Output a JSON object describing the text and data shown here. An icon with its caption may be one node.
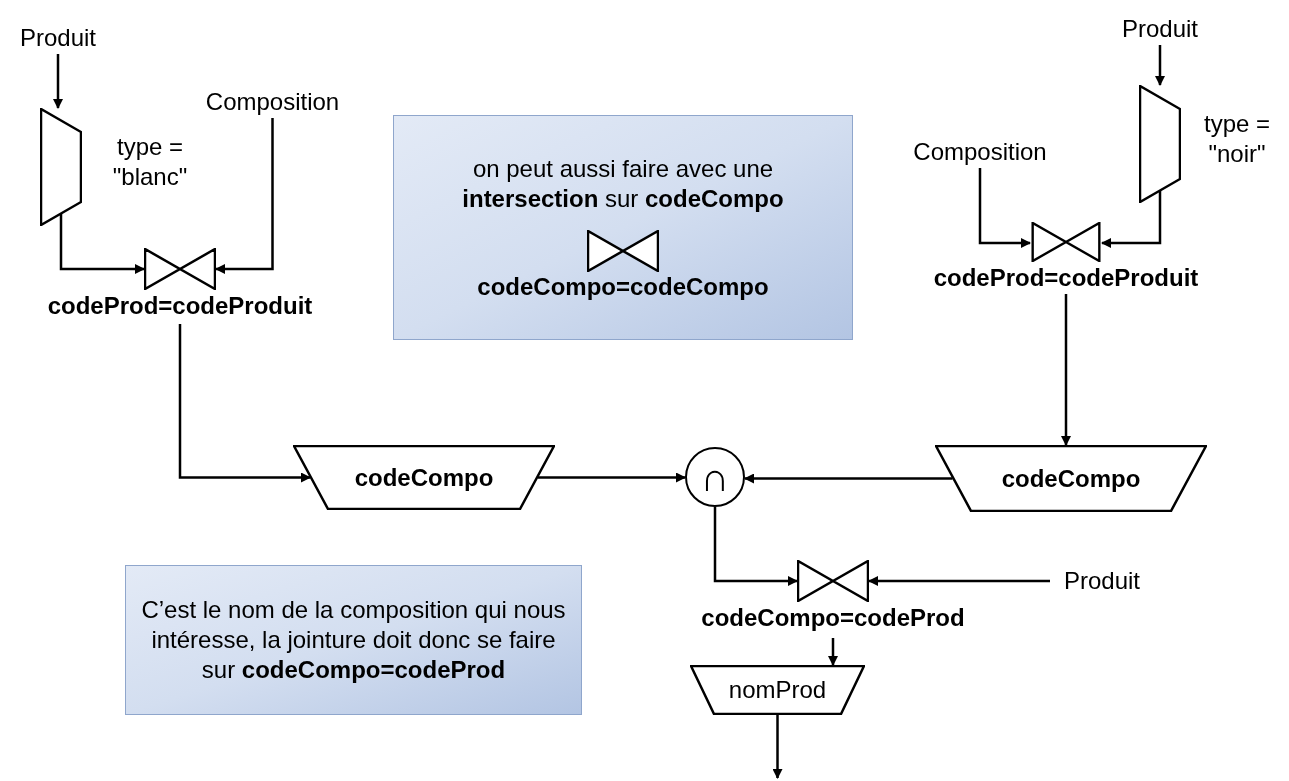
{
  "diagram": {
    "nodes": [
      {
        "text": [
          "Produit"
        ]
      },
      {
        "text": [
          "type = \"blanc\""
        ]
      },
      {
        "text": [
          "Composition"
        ]
      },
      {
        "text": [
          "codeProd=codeProduit"
        ]
      },
      {
        "text": [
          "on peut aussi faire avec une **intersection** sur **codeCompo**",
          "codeCompo=codeCompo"
        ]
      },
      {
        "text": [
          "Produit"
        ]
      },
      {
        "text": [
          "Composition"
        ]
      },
      {
        "text": [
          "type = \"noir\""
        ]
      },
      {
        "text": [
          "codeProd=codeProduit"
        ]
      },
      {
        "text": [
          "codeCompo"
        ]
      },
      {
        "text": [
          "∩"
        ]
      },
      {
        "text": [
          "codeCompo"
        ]
      },
      {
        "text": [
          "C’est le nom de la composition qui nous intéresse, la jointure doit donc se faire sur **codeCompo=codeProd**"
        ]
      },
      {
        "text": [
          "codeCompo=codeProd"
        ]
      },
      {
        "text": [
          "Produit"
        ]
      },
      {
        "text": [
          "nomProd"
        ]
      }
    ],
    "edges": [
      {
        "from": 0,
        "to": 1,
        "arrow": "to"
      },
      {
        "from": 1,
        "to": 3,
        "arrow": "to"
      },
      {
        "from": 2,
        "to": 3,
        "arrow": "to"
      },
      {
        "from": 5,
        "to": 7,
        "arrow": "to"
      },
      {
        "from": 7,
        "to": 8,
        "arrow": "to"
      },
      {
        "from": 6,
        "to": 8,
        "arrow": "to"
      },
      {
        "from": 3,
        "to": 9,
        "arrow": "to"
      },
      {
        "from": 8,
        "to": 11,
        "arrow": "to"
      },
      {
        "from": 9,
        "to": 10,
        "arrow": "to"
      },
      {
        "from": 11,
        "to": 10,
        "arrow": "to"
      },
      {
        "from": 10,
        "to": 13,
        "arrow": "to"
      },
      {
        "from": 14,
        "to": 13,
        "arrow": "to"
      },
      {
        "from": 13,
        "to": 15,
        "arrow": "to"
      },
      {
        "from": 15,
        "to": null,
        "arrow": "to"
      }
    ]
  }
}
